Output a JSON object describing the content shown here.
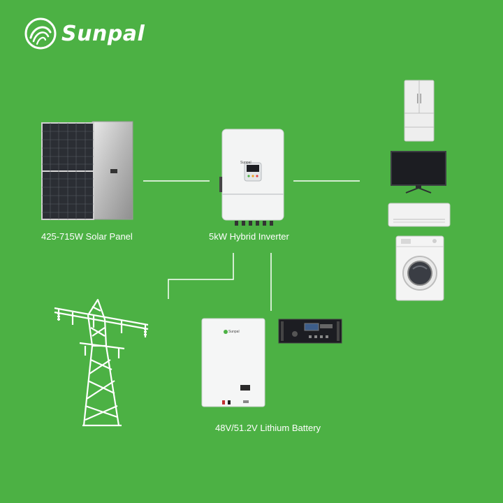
{
  "brand": {
    "name": "Sunpal",
    "icon": "swirl-logo-icon"
  },
  "colors": {
    "background": "#4cb144",
    "line": "#ffffff",
    "device_white": "#f3f4f4",
    "screen_dark": "#1c1d22"
  },
  "nodes": {
    "solar_panel": {
      "label": "425-715W Solar Panel",
      "icon": "solar-panel-icon"
    },
    "inverter": {
      "label": "5kW Hybrid Inverter",
      "icon": "hybrid-inverter-icon",
      "badge": "Sunpal"
    },
    "battery": {
      "label": "48V/51.2V Lithium Battery",
      "icon": "wall-battery-icon",
      "badge": "Sunpal"
    },
    "rack_battery": {
      "icon": "rack-battery-icon"
    },
    "grid": {
      "icon": "power-tower-icon"
    },
    "appliances": [
      {
        "name": "refrigerator",
        "icon": "refrigerator-icon"
      },
      {
        "name": "television",
        "icon": "television-icon"
      },
      {
        "name": "air-conditioner",
        "icon": "air-conditioner-icon"
      },
      {
        "name": "washing-machine",
        "icon": "washing-machine-icon"
      }
    ]
  }
}
